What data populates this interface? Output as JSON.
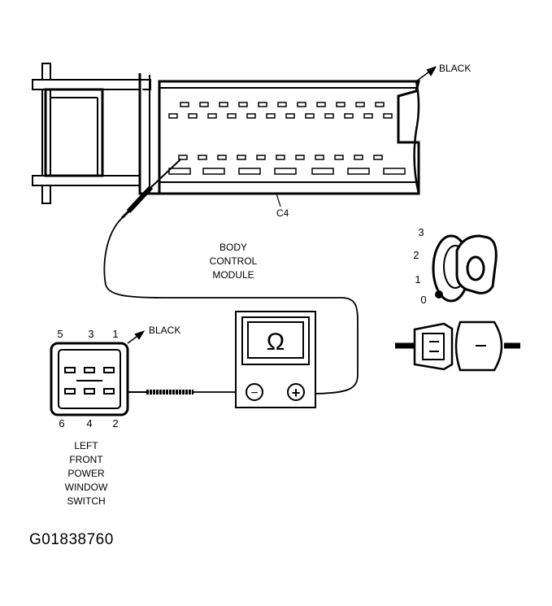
{
  "labels": {
    "bcm_connector_color": "BLACK",
    "connector_id": "C4",
    "bcm_title_1": "BODY",
    "bcm_title_2": "CONTROL",
    "bcm_title_3": "MODULE",
    "switch_connector_color": "BLACK",
    "switch_title_1": "LEFT",
    "switch_title_2": "FRONT",
    "switch_title_3": "POWER",
    "switch_title_4": "WINDOW",
    "switch_title_5": "SWITCH",
    "figure_code": "G01838760"
  },
  "switch_pins": {
    "top": [
      "5",
      "3",
      "1"
    ],
    "bottom": [
      "6",
      "4",
      "2"
    ]
  },
  "ignition_positions": [
    "3",
    "2",
    "1",
    "0"
  ],
  "meter": {
    "symbol": "Ω",
    "negative": "−",
    "positive": "+"
  }
}
